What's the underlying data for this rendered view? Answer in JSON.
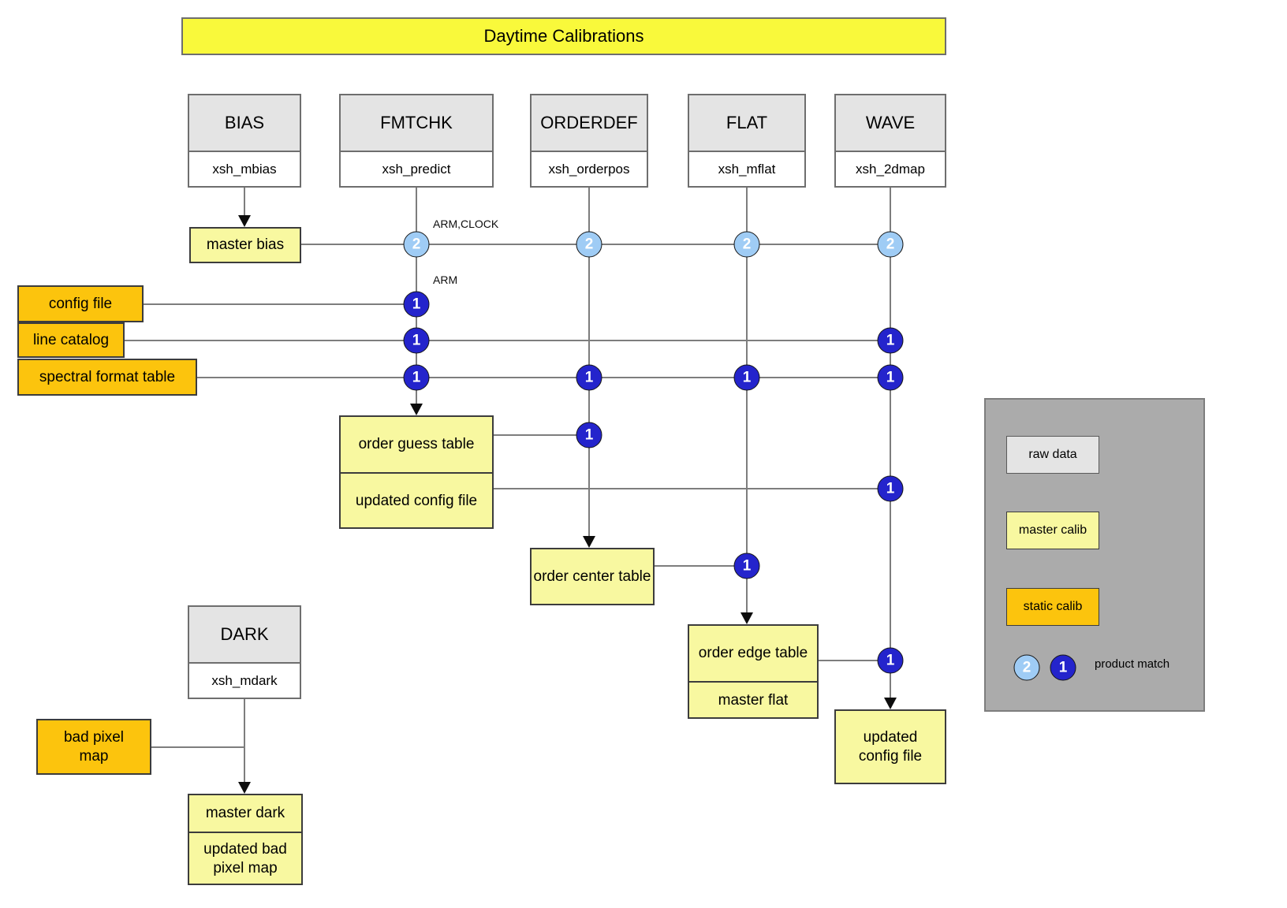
{
  "title": "Daytime Calibrations",
  "recipes": [
    {
      "name": "BIAS",
      "recipe": "xsh_mbias"
    },
    {
      "name": "FMTCHK",
      "recipe": "xsh_predict"
    },
    {
      "name": "ORDERDEF",
      "recipe": "xsh_orderpos"
    },
    {
      "name": "FLAT",
      "recipe": "xsh_mflat"
    },
    {
      "name": "WAVE",
      "recipe": "xsh_2dmap"
    },
    {
      "name": "DARK",
      "recipe": "xsh_mdark"
    }
  ],
  "static_calib": {
    "config_file": "config file",
    "line_catalog": "line catalog",
    "spectral_format_table": "spectral format table",
    "bad_pixel_map": "bad pixel map"
  },
  "products": {
    "master_bias": "master bias",
    "order_guess_table": "order guess table",
    "updated_config_file_fmtchk": "updated config file",
    "order_center_table": "order center table",
    "order_edge_table": "order edge table",
    "master_flat": "master flat",
    "updated_config_file_wave": "updated config file",
    "master_dark": "master dark",
    "updated_bad_pixel_map": "updated bad pixel map"
  },
  "edge_labels": {
    "arm_clock": "ARM,CLOCK",
    "arm": "ARM"
  },
  "match_counts": {
    "two": "2",
    "one": "1"
  },
  "legend": {
    "raw_data": "raw data",
    "master_calib": "master calib",
    "static_calib": "static calib",
    "product_match": "product match"
  },
  "colors": {
    "yellow": "#f9f93b",
    "light_yellow": "#f8f8a0",
    "orange": "#fcc40d",
    "light_blue": "#9fccf5",
    "dark_blue": "#2424cc",
    "raw_gray": "#e4e4e4",
    "legend_gray": "#ababab",
    "line_gray": "#7d7d7d"
  }
}
